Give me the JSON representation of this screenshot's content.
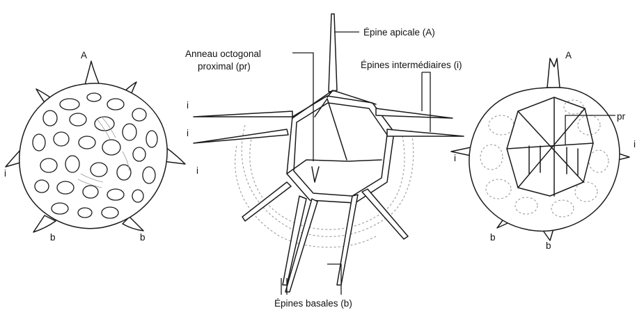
{
  "labels": {
    "apical_spine": "Épine apicale (A)",
    "octagonal_ring_line1": "Anneau octogonal",
    "octagonal_ring_line2": "proximal (pr)",
    "intermediate_spines": "Épines intermédiaires (i)",
    "basal_spines": "Épines basales (b)"
  },
  "left_specimen": {
    "apical": "A",
    "intermediate_left": "i",
    "intermediate_right": "i",
    "basal_left": "b",
    "basal_right": "b"
  },
  "center_specimen": {
    "intermediate_1": "i",
    "intermediate_2": "i"
  },
  "right_specimen": {
    "apical": "A",
    "proximal_ring": "pr",
    "intermediate_right": "i",
    "intermediate_left": "i",
    "basal_left": "b",
    "basal_center": "b"
  }
}
